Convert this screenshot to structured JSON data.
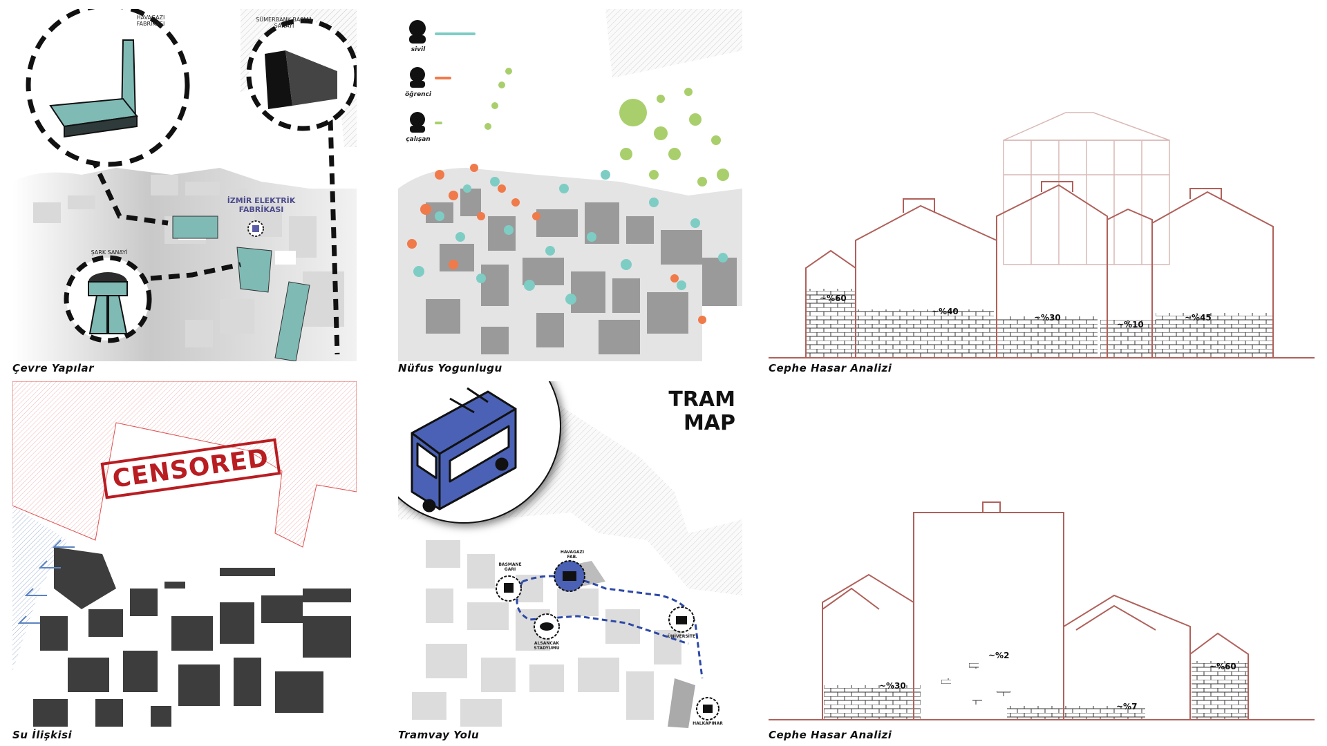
{
  "panels": {
    "cevre": {
      "caption": "Çevre Yapılar",
      "labels": {
        "havagazi": "HAVAGAZI\nFABRİKASI",
        "sumerbank": "SÜMERBANK BASMA\nSANAYİ",
        "izmir": "İZMİR ELEKTRİK\nFABRİKASI",
        "sark": "ŞARK SANAYİ"
      }
    },
    "nufus": {
      "caption": "Nüfus Yogunlugu",
      "legend": [
        {
          "label": "sivil",
          "color": "#7ecdc4"
        },
        {
          "label": "öğrenci",
          "color": "#f07a4a"
        },
        {
          "label": "çalışan",
          "color": "#a9cf6c"
        }
      ]
    },
    "su": {
      "caption": "Su İlişkisi",
      "stamp": "CENSORED"
    },
    "tram": {
      "caption": "Tramvay Yolu",
      "title_line1": "TRAM",
      "title_line2": "MAP",
      "stops": {
        "havagazi": "HAVAGAZI\nFAB.",
        "basmane": "BASMANE\nGARI",
        "alsancak_stad": "ALSANCAK\nSTADYUMU",
        "universite": "ÜNİVERSİTE",
        "halkapinar": "HALKAPINAR"
      }
    },
    "cephe1": {
      "caption": "Cephe Hasar Analizi",
      "percents": [
        "~%60",
        "~%40",
        "~%30",
        "~%10",
        "~%45"
      ]
    },
    "cephe2": {
      "caption": "Cephe Hasar Analizi",
      "percents": [
        "~%30",
        "~%2",
        "~%7",
        "~%60"
      ]
    }
  },
  "colors": {
    "teal": "#7fbab5",
    "elevation_line": "#b0605a",
    "tram_blue": "#4a61b5",
    "water_red": "#e05050",
    "stamp_red": "#b81d22"
  }
}
